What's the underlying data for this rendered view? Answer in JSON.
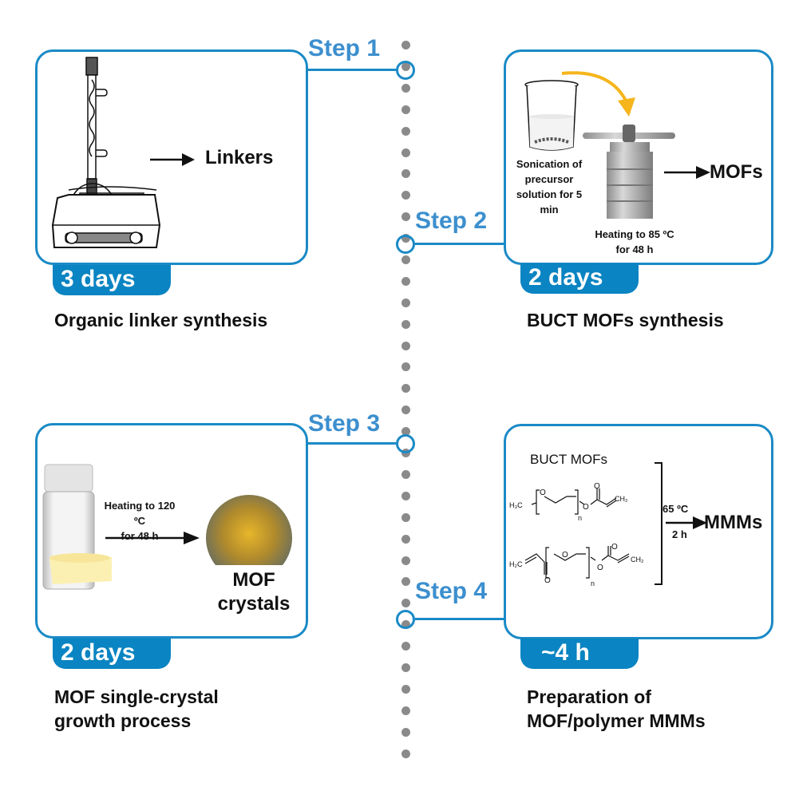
{
  "colors": {
    "accent": "#1a8ac6",
    "badge": "#0a84c2",
    "step_label": "#3c8fce",
    "timeline_dot": "#8a8a8a",
    "transfer_arrow": "#f5b51b"
  },
  "steps": [
    {
      "step_label": "Step 1",
      "duration": "3 days",
      "caption": "Organic linker synthesis",
      "product": "Linkers",
      "illustration": "reflux-condenser-on-hotplate"
    },
    {
      "step_label": "Step 2",
      "duration": "2 days",
      "caption": "BUCT MOFs synthesis",
      "product": "MOFs",
      "note_sonication": [
        "Sonication of",
        "precursor",
        "solution for 5",
        "min"
      ],
      "note_heating": [
        "Heating to 85 ºC",
        "for 48 h"
      ],
      "illustration": "beaker-and-autoclave"
    },
    {
      "step_label": "Step 3",
      "duration": "2 days",
      "caption_lines": [
        "MOF single-crystal",
        "growth process"
      ],
      "product_lines": [
        "MOF",
        "crystals"
      ],
      "note_heating": [
        "Heating to 120 ºC",
        "for 48 h"
      ],
      "illustration": "vial-and-crystals"
    },
    {
      "step_label": "Step 4",
      "duration": "~4 h",
      "caption_lines": [
        "Preparation of",
        "MOF/polymer MMMs"
      ],
      "product": "MMMs",
      "reagent_title": "BUCT MOFs",
      "condition_top": "65 ºC",
      "condition_bottom": "2 h",
      "chem1": {
        "left": "H₃C",
        "o1": "O",
        "sub": "n",
        "o2": "O",
        "carbonyl_o": "O",
        "right": "CH₂"
      },
      "chem2": {
        "left": "H₂C",
        "o1": "O",
        "sub": "n",
        "o2": "O",
        "carbonyl_o": "O",
        "carbonyl_o2": "O",
        "right": "CH₂"
      }
    }
  ]
}
